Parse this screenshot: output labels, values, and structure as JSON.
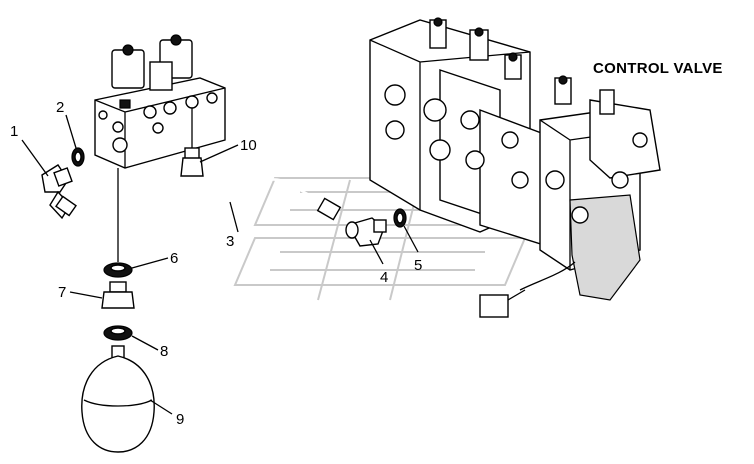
{
  "title": "CONTROL VALVE",
  "callouts": [
    {
      "id": "1",
      "text": "1"
    },
    {
      "id": "2",
      "text": "2"
    },
    {
      "id": "3",
      "text": "3"
    },
    {
      "id": "4",
      "text": "4"
    },
    {
      "id": "5",
      "text": "5"
    },
    {
      "id": "6",
      "text": "6"
    },
    {
      "id": "7",
      "text": "7"
    },
    {
      "id": "8",
      "text": "8"
    },
    {
      "id": "9",
      "text": "9"
    },
    {
      "id": "10",
      "text": "10"
    }
  ]
}
